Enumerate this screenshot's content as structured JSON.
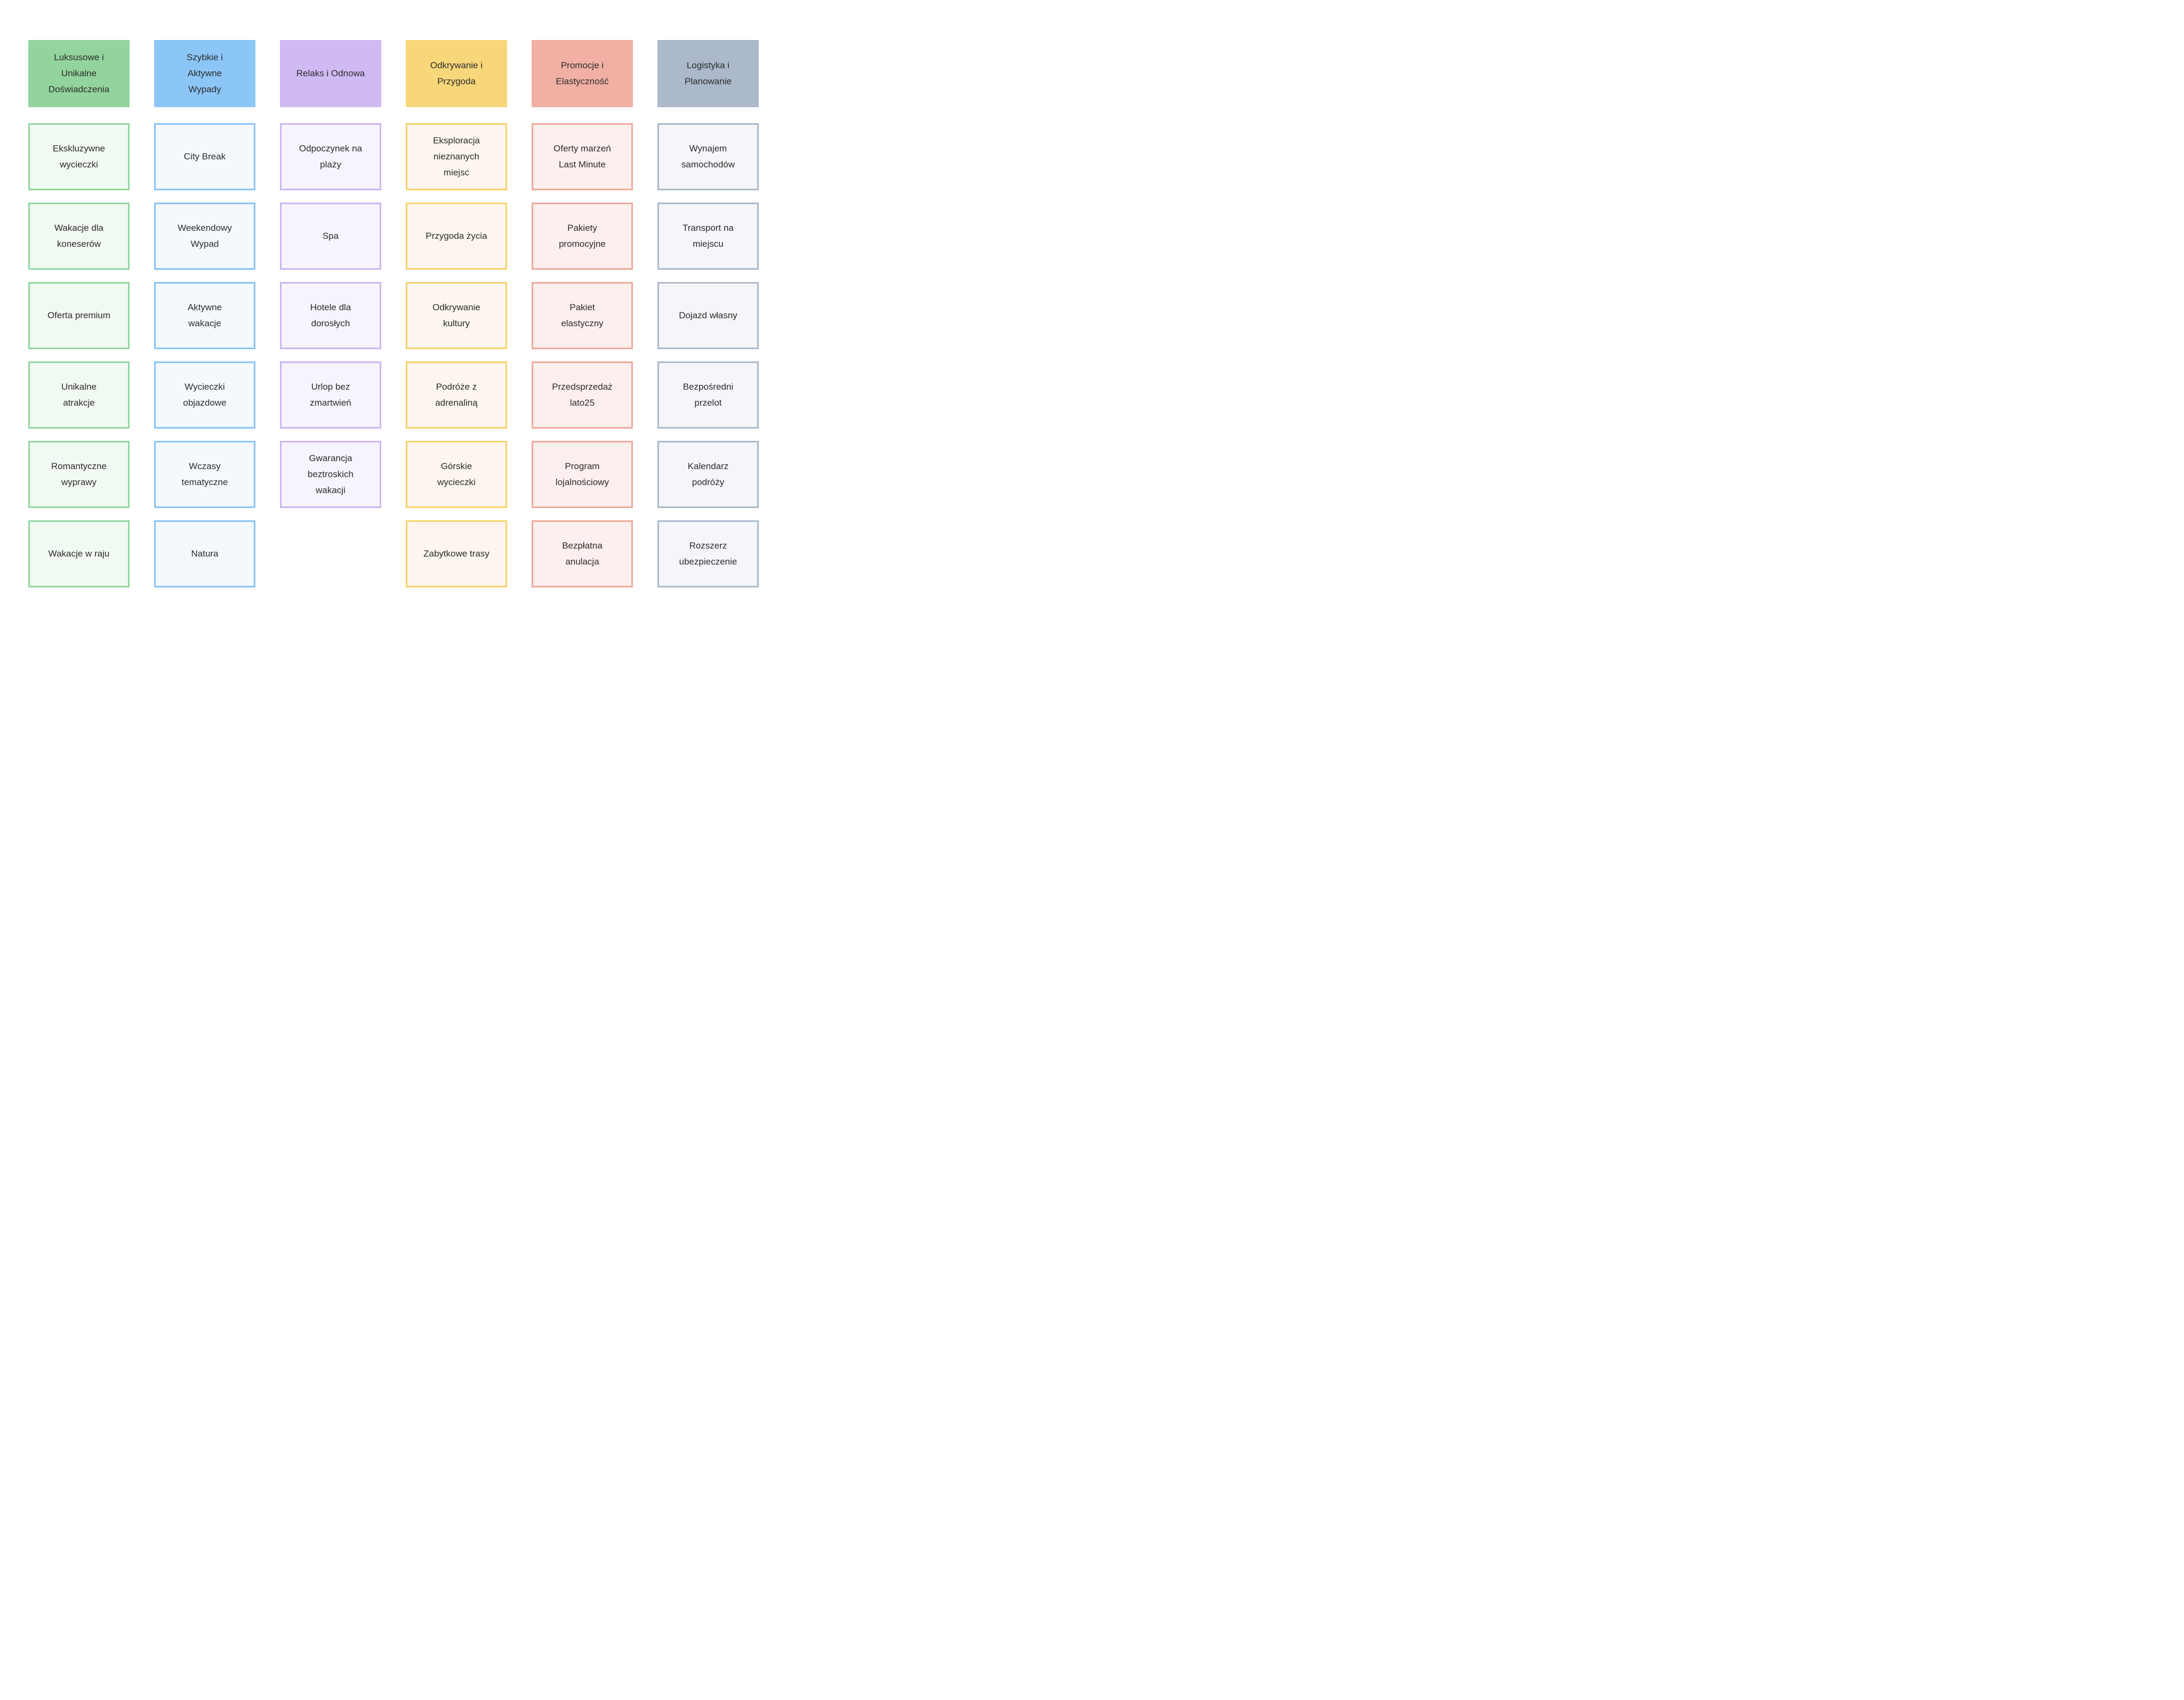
{
  "page": {
    "background": "#ffffff",
    "text_color": "#2b2b2b"
  },
  "board": {
    "columns": [
      {
        "id": "luksusowe-i-unikalne-doswiadczenia",
        "header_lines": [
          "Luksusowe i",
          "Unikalne",
          "Doświadczenia"
        ],
        "colors": {
          "header_bg": "#93d49e",
          "card_border": "#94d6a2",
          "card_bg": "#f1faf2"
        },
        "cards": [
          "Ekskluzywne wycieczki",
          "Wakacje dla koneserów",
          "Oferta premium",
          "Unikalne atrakcje",
          "Romantyczne wyprawy",
          "Wakacje w raju"
        ]
      },
      {
        "id": "szybkie-i-aktywne-wypady",
        "header_lines": [
          "Szybkie i",
          "Aktywne",
          "Wypady"
        ],
        "colors": {
          "header_bg": "#8cc6f7",
          "card_border": "#89c4f6",
          "card_bg": "#f5f9fe"
        },
        "cards": [
          "City Break",
          "Weekendowy Wypad",
          "Aktywne wakacje",
          "Wycieczki objazdowe",
          "Wczasy tematyczne",
          "Natura"
        ]
      },
      {
        "id": "relaks-i-odnowa",
        "header_lines": [
          "Relaks i Odnowa"
        ],
        "colors": {
          "header_bg": "#cfbaf3",
          "card_border": "#cbb6f2",
          "card_bg": "#f6f4fc"
        },
        "cards": [
          "Odpoczynek na plaży",
          "Spa",
          "Hotele dla dorosłych",
          "Urlop bez zmartwień",
          "Gwarancja beztroskich wakacji"
        ]
      },
      {
        "id": "odkrywanie-i-przygoda",
        "header_lines": [
          "Odkrywanie i",
          "Przygoda"
        ],
        "colors": {
          "header_bg": "#f8d77a",
          "card_border": "#f7d26b",
          "card_bg": "#fdf6ee"
        },
        "cards": [
          "Eksploracja nieznanych miejsc",
          "Przygoda życia",
          "Odkrywanie kultury",
          "Podróże z adrenaliną",
          "Górskie wycieczki",
          "Zabytkowe trasy"
        ]
      },
      {
        "id": "promocje-i-elastycznosc",
        "header_lines": [
          "Promocje i",
          "Elastyczność"
        ],
        "colors": {
          "header_bg": "#f2b0a4",
          "card_border": "#efa99c",
          "card_bg": "#fbf0ed"
        },
        "cards": [
          "Oferty marzeń Last Minute",
          "Pakiety promocyjne",
          "Pakiet elastyczny",
          "Przedsprzedaż lato25",
          "Program lojalnościowy",
          "Bezpłatna anulacja"
        ]
      },
      {
        "id": "logistyka-i-planowanie",
        "header_lines": [
          "Logistyka i",
          "Planowanie"
        ],
        "colors": {
          "header_bg": "#abb9ca",
          "card_border": "#a9bacb",
          "card_bg": "#f5f6f9"
        },
        "cards": [
          "Wynajem samochodów",
          "Transport na miejscu",
          "Dojazd własny",
          "Bezpośredni przelot",
          "Kalendarz podróży",
          "Rozszerz ubezpieczenie"
        ]
      }
    ]
  }
}
